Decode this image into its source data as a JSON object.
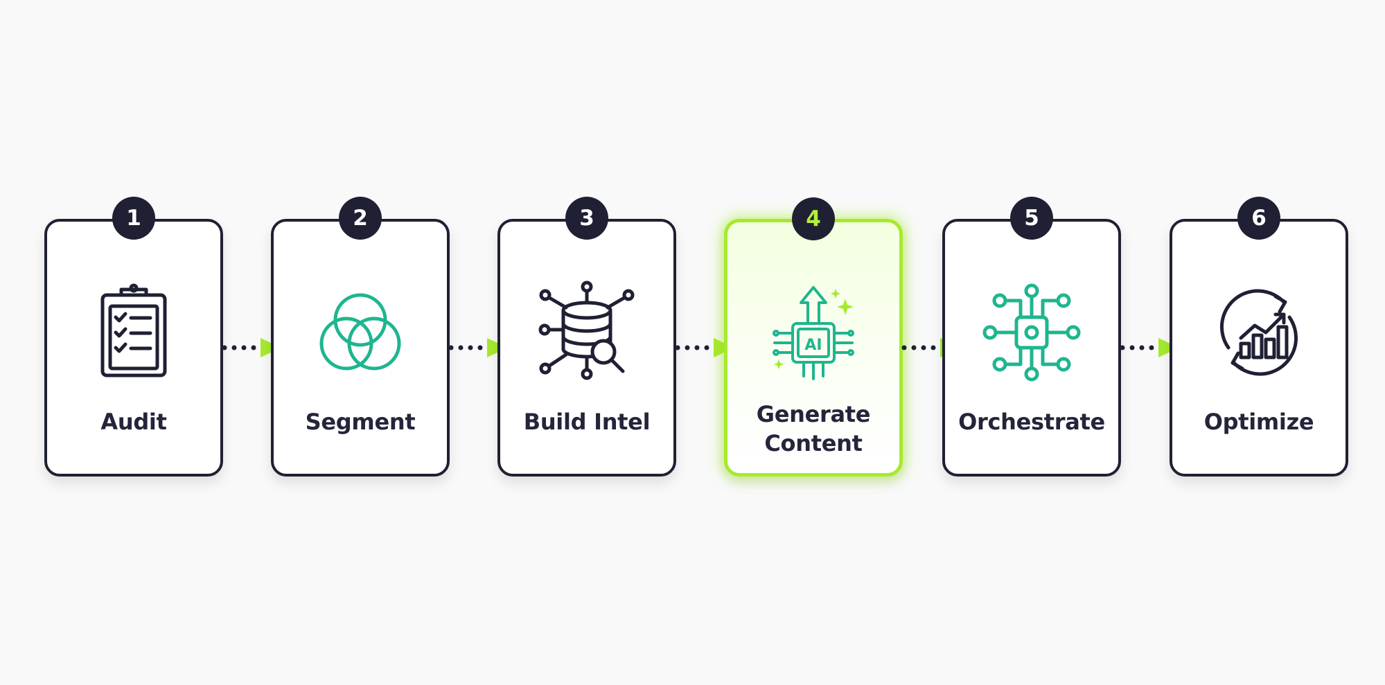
{
  "steps": [
    {
      "number": "1",
      "label": "Audit",
      "icon": "clipboard-checklist-icon",
      "active": false
    },
    {
      "number": "2",
      "label": "Segment",
      "icon": "venn-circles-icon",
      "active": false
    },
    {
      "number": "3",
      "label": "Build Intel",
      "icon": "database-search-icon",
      "active": false
    },
    {
      "number": "4",
      "label": "Generate\nContent",
      "icon": "ai-chip-icon",
      "active": true
    },
    {
      "number": "5",
      "label": "Orchestrate",
      "icon": "network-nodes-icon",
      "active": false
    },
    {
      "number": "6",
      "label": "Optimize",
      "icon": "chart-cycle-icon",
      "active": false
    }
  ],
  "colors": {
    "ink": "#1f2033",
    "teal": "#1fb58f",
    "lime": "#a6ea2c",
    "background": "#f8f9f8"
  }
}
